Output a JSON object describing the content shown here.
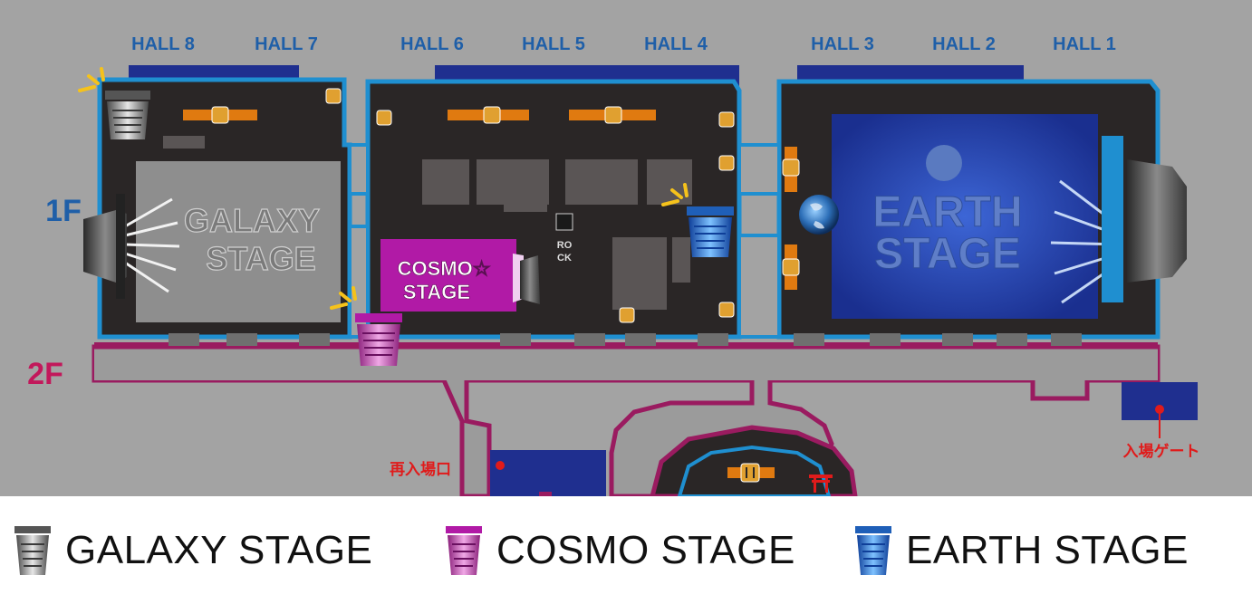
{
  "halls": [
    "HALL 8",
    "HALL 7",
    "HALL 6",
    "HALL 5",
    "HALL 4",
    "HALL 3",
    "HALL 2",
    "HALL 1"
  ],
  "floors": {
    "first": "1F",
    "second": "2F"
  },
  "stages": {
    "galaxy": {
      "line1": "GALAXY",
      "line2": "STAGE"
    },
    "cosmo": {
      "line1": "COSMO☆",
      "line2": "STAGE"
    },
    "earth": {
      "line1": "EARTH",
      "line2": "STAGE"
    }
  },
  "rock_logo": {
    "line1": "RO",
    "line2": "CK"
  },
  "labels": {
    "reentry": "再入場口",
    "entrance": "入場ゲート"
  },
  "legend": [
    {
      "label": "GALAXY STAGE"
    },
    {
      "label": "COSMO STAGE"
    },
    {
      "label": "EARTH STAGE"
    }
  ],
  "colors": {
    "background": "#a3a3a3",
    "hall_floor": "#2a2626",
    "wall_1f": "#1f8fd0",
    "wall_2f": "#9a1b60",
    "hall_banner": "#1f2f8f",
    "galaxy": "#8e8e8e",
    "cosmo": "#b11aa6",
    "earth": "#1d3fae",
    "food": "#e07a10",
    "hall_text": "#1f5fa8",
    "floor_2f_text": "#c2185b",
    "label_red": "#e01b1b"
  },
  "icons": [
    "food-icon",
    "highlight-rays-icon",
    "speaker-icon",
    "earth-globe-icon",
    "torii-gate-icon",
    "location-pin-icon"
  ]
}
